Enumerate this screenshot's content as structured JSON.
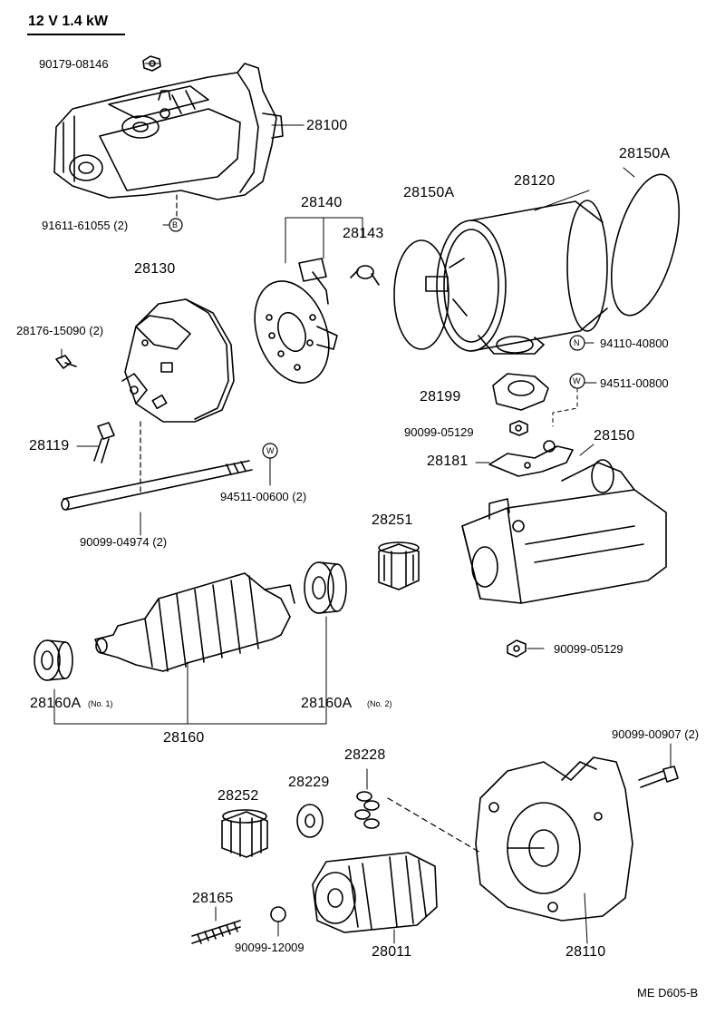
{
  "header": {
    "spec": "12 V  1.4 kW"
  },
  "footer": {
    "code": "ME  D605-B"
  },
  "colors": {
    "ink": "#000000",
    "paper": "#ffffff"
  },
  "markers": {
    "b": "B",
    "n": "N",
    "w": "W"
  },
  "labels": {
    "p90179": "90179-08146",
    "p28100": "28100",
    "p91611": "91611-61055 (2)",
    "p28140": "28140",
    "p28150A_l": "28150A",
    "p28120": "28120",
    "p28150A_r": "28150A",
    "p28143": "28143",
    "p28130": "28130",
    "p28176": "28176-15090 (2)",
    "p94110": "94110-40800",
    "p94511_08": "94511-00800",
    "p28199": "28199",
    "p90099_05129_a": "90099-05129",
    "p28119": "28119",
    "p28181": "28181",
    "p28150": "28150",
    "p94511_06": "94511-00600 (2)",
    "p90099_04974": "90099-04974 (2)",
    "p28251": "28251",
    "p90099_05129_b": "90099-05129",
    "p28160A_1": "28160A",
    "p28160A_1_sub": "(No. 1)",
    "p28160A_2": "28160A",
    "p28160A_2_sub": "(No. 2)",
    "p28160": "28160",
    "p90099_00907": "90099-00907 (2)",
    "p28228": "28228",
    "p28229": "28229",
    "p28252": "28252",
    "p28165": "28165",
    "p90099_12009": "90099-12009",
    "p28011": "28011",
    "p28110": "28110"
  }
}
